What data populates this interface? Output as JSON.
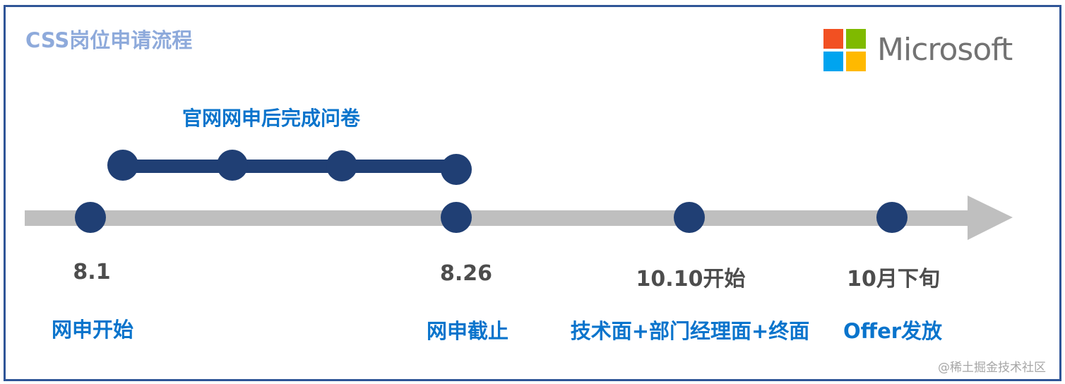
{
  "title": "CSS岗位申请流程",
  "logo": {
    "text": "Microsoft",
    "colors": {
      "red": "#f25022",
      "green": "#7fba00",
      "blue": "#00a4ef",
      "yellow": "#ffb900"
    }
  },
  "colors": {
    "frame_border": "#2f5597",
    "title": "#8eaadb",
    "dot": "#203f74",
    "axis": "#bfbfbf",
    "date_text": "#4d4d4d",
    "desc_text": "#0a74cc"
  },
  "questionnaire_phase": {
    "label": "官网网申后完成问卷",
    "dots": 4
  },
  "milestones": [
    {
      "date": "8.1",
      "label": "网申开始"
    },
    {
      "date": "8.26",
      "label": "网申截止"
    },
    {
      "date": "10.10开始",
      "label": "技术面+部门经理面+终面"
    },
    {
      "date": "10月下旬",
      "label": "Offer发放"
    }
  ],
  "watermark": "@稀土掘金技术社区"
}
